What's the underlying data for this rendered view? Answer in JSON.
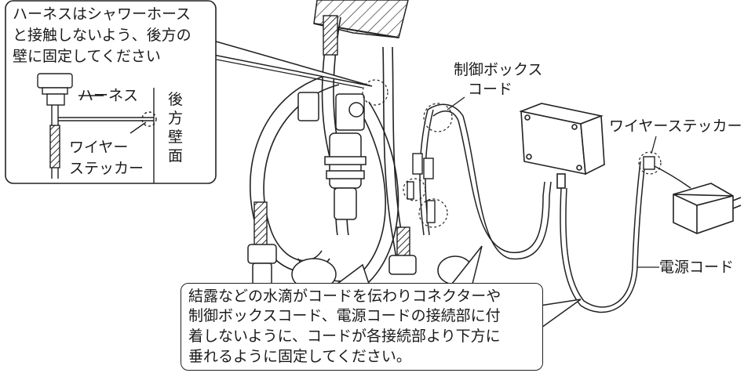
{
  "labels": {
    "harness_note": [
      "ハーネスはシャワーホース",
      "と接触しないよう、後方の",
      "壁に固定してください"
    ],
    "inset_harness": "ハーネス",
    "inset_sticker": [
      "ワイヤー",
      "ステッカー"
    ],
    "inset_wall": [
      "後",
      "方",
      "壁",
      "面"
    ],
    "control_box_cord": [
      "制御ボックス",
      "コード"
    ],
    "wire_sticker": "ワイヤーステッカー",
    "power_cord": "電源コード",
    "condensation_note": [
      "結露などの水滴がコードを伝わりコネクターや",
      "制御ボックスコード、電源コードの接続部に付",
      "着しないように、コードが各接続部より下方に",
      "垂れるように固定してください。"
    ]
  }
}
